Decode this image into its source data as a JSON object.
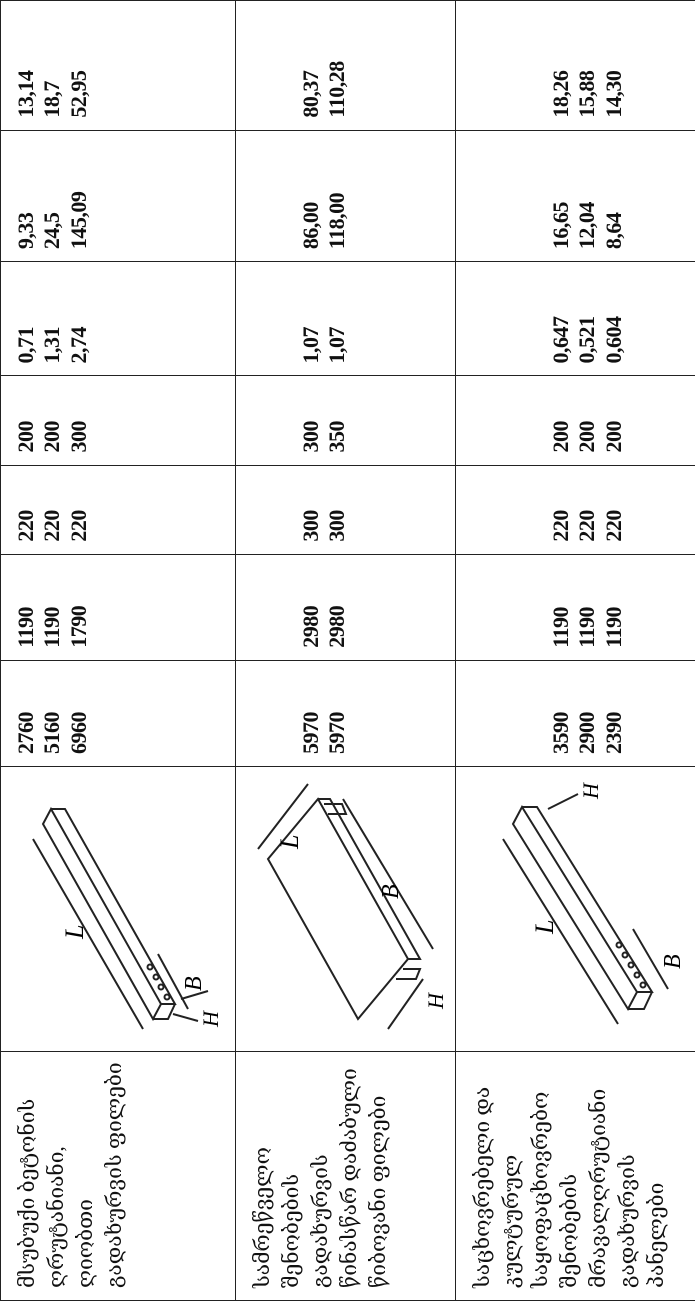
{
  "rows": [
    {
      "description": "მსუბუქი ბეტონის ღრუტანიანი, ღიობთი გადახურვის ფილები",
      "L": [
        "2760",
        "5160",
        "6960"
      ],
      "B": [
        "1190",
        "1190",
        "1790"
      ],
      "H": [
        "220",
        "220",
        "220"
      ],
      "col4": [
        "200",
        "200",
        "300"
      ],
      "col5": [
        "0,71",
        "1,31",
        "2,74"
      ],
      "col6": [
        "9,33",
        "24,5",
        "145,09"
      ],
      "col7": [
        "13,14",
        "18,7",
        "52,95"
      ],
      "sketch_labels": {
        "L": "L",
        "B": "B",
        "H": "H"
      }
    },
    {
      "description": "სამრეწველო შენობების გადახურვის წინასწარ დაძაბული წიბოვანი ფილები",
      "L": [
        "5970",
        "5970"
      ],
      "B": [
        "2980",
        "2980"
      ],
      "H": [
        "300",
        "300"
      ],
      "col4": [
        "300",
        "350"
      ],
      "col5": [
        "1,07",
        "1,07"
      ],
      "col6": [
        "86,00",
        "118,00"
      ],
      "col7": [
        "80,37",
        "110,28"
      ],
      "sketch_labels": {
        "L": "L",
        "B": "B",
        "H": "H"
      }
    },
    {
      "description": "საცხოვრებელი და კულტურულ საყოფაცხოვრებო შენობების მრავალღრუტიანი გადახურვის პანელები",
      "L": [
        "3590",
        "2900",
        "2390"
      ],
      "B": [
        "1190",
        "1190",
        "1190"
      ],
      "H": [
        "220",
        "220",
        "220"
      ],
      "col4": [
        "200",
        "200",
        "200"
      ],
      "col5": [
        "0,647",
        "0,521",
        "0,604"
      ],
      "col6": [
        "16,65",
        "12,04",
        "8,64"
      ],
      "col7": [
        "18,26",
        "15,88",
        "14,30"
      ],
      "sketch_labels": {
        "L": "L",
        "B": "B",
        "H": "H"
      }
    }
  ]
}
